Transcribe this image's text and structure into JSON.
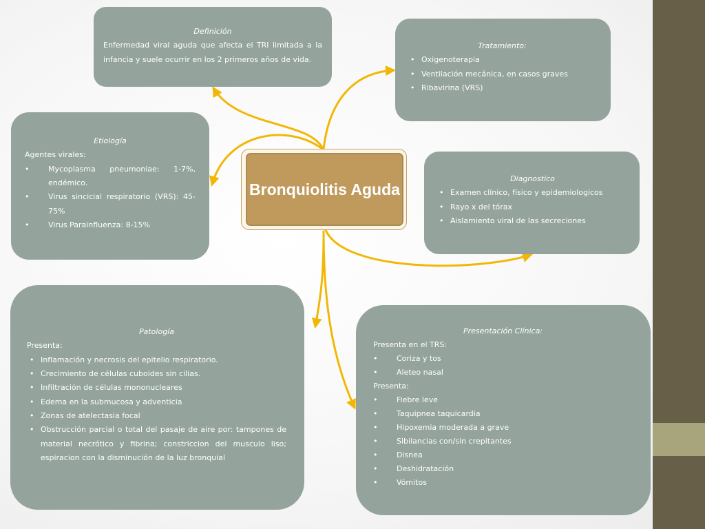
{
  "center": {
    "title": "Bronquiolitis Aguda"
  },
  "definicion": {
    "title": "Definición",
    "text": "Enfermedad viral aguda que afecta el TRI limitada a la infancia y suele ocurrir en los 2 primeros años de vida."
  },
  "tratamiento": {
    "title": "Tratamiento:",
    "items": [
      "Oxigenoterapia",
      "Ventilación mecánica, en casos graves",
      "Ribavirina (VRS)"
    ]
  },
  "etiologia": {
    "title": "Etiología",
    "intro": "Agentes virales:",
    "items": [
      "Mycoplasma pneumoniae: 1-7%, endémico.",
      "Virus sincicial respiratorio (VRS): 45-75%",
      "Virus Parainfluenza: 8-15%"
    ]
  },
  "diagnostico": {
    "title": "Diagnostico",
    "items": [
      "Examen clínico, físico y epidemiologicos",
      "Rayo x del tórax",
      "Aislamiento viral de las secreciones"
    ]
  },
  "patologia": {
    "title": "Patología",
    "intro": "Presenta:",
    "items": [
      "Inflamación y necrosis del epitelio respiratorio.",
      "Crecimiento de células cuboides sin cilias.",
      "Infiltración de células mononucleares",
      "Edema en la submucosa y adventicia",
      "Zonas de atelectasia focal",
      "Obstrucción parcial o total del pasaje de aire por: tampones de material necrótico y fibrina; constriccion del musculo liso; espiracion con la disminución de la luz bronquial"
    ]
  },
  "presentacion": {
    "title": "Presentación Clínica:",
    "intro1": "Presenta en el TRS:",
    "items1": [
      "Coriza y tos",
      "Aleteo nasal"
    ],
    "intro2": "Presenta:",
    "items2": [
      "Fiebre leve",
      "Taquipnea taquicardia",
      "Hipoxemia moderada a grave",
      "Sibilancias con/sin crepitantes",
      "Disnea",
      "Deshidratación",
      "Vómitos"
    ]
  },
  "colors": {
    "node": "#94a49c",
    "center": "#c09a5c",
    "arrow": "#f2b705",
    "sidebar": "#675f47",
    "sidebar_band": "#a8a57d"
  }
}
